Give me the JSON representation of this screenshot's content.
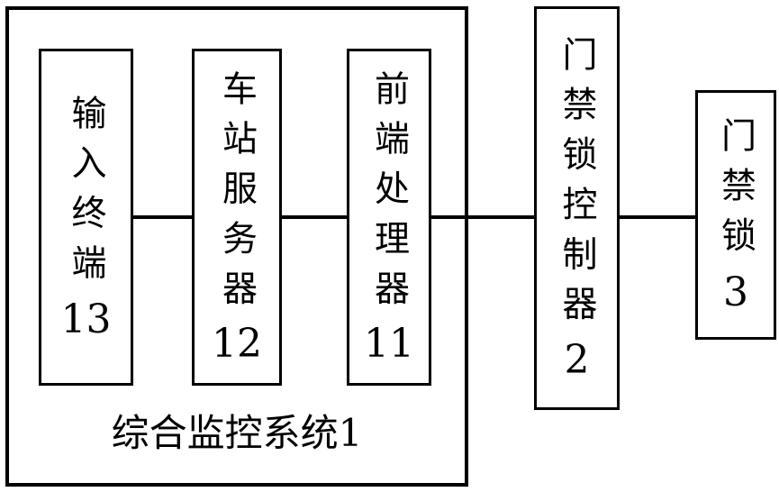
{
  "diagram": {
    "background_color": "#ffffff",
    "line_color": "#000000",
    "system_box": {
      "label": "综合监控系统1"
    },
    "nodes": [
      {
        "id": "input-terminal",
        "label": "输入终端",
        "number": "13",
        "inside_system": true
      },
      {
        "id": "station-server",
        "label": "车站服务器",
        "number": "12",
        "inside_system": true
      },
      {
        "id": "front-end-processor",
        "label": "前端处理器",
        "number": "11",
        "inside_system": true
      },
      {
        "id": "lock-controller",
        "label": "门禁锁控制器",
        "number": "2",
        "inside_system": false
      },
      {
        "id": "door-lock",
        "label": "门禁锁",
        "number": "3",
        "inside_system": false
      }
    ],
    "connections": [
      {
        "from": "输入终端13",
        "to": "车站服务器12"
      },
      {
        "from": "车站服务器12",
        "to": "前端处理器11"
      },
      {
        "from": "前端处理器11",
        "to": "门禁锁控制器2"
      },
      {
        "from": "门禁锁控制器2",
        "to": "门禁锁3"
      }
    ]
  }
}
